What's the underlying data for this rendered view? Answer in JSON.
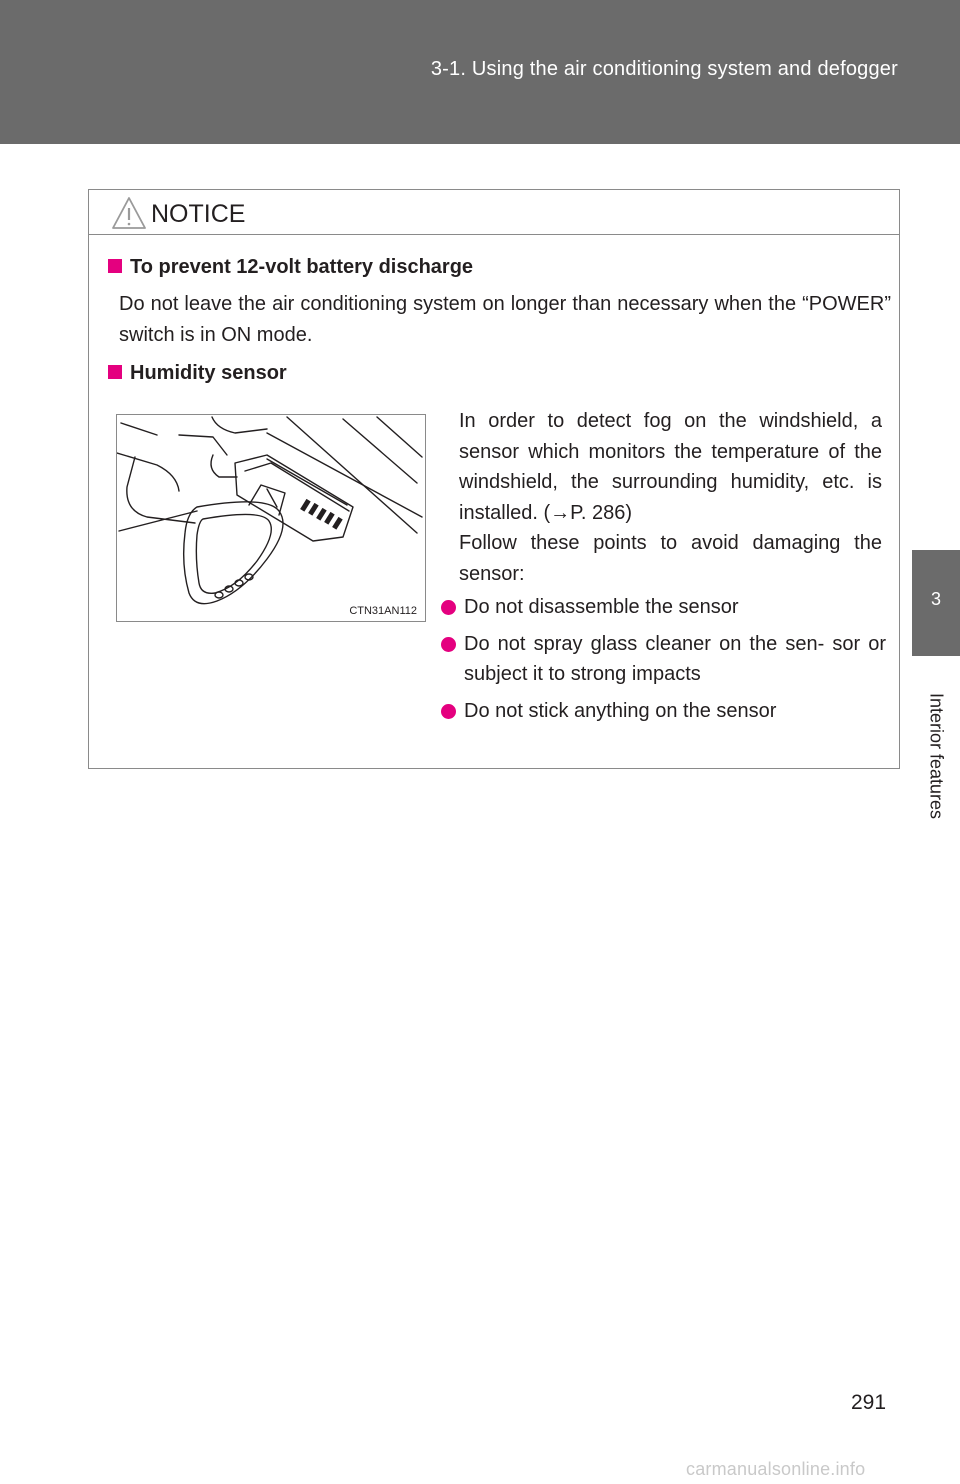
{
  "header": {
    "title": "3-1. Using the air conditioning system and defogger"
  },
  "side_tab": {
    "number": "3",
    "label": "Interior features"
  },
  "notice": {
    "title": "NOTICE",
    "sections": [
      {
        "heading": "To prevent 12-volt battery discharge",
        "text": "Do not leave the air conditioning system on longer than necessary when the “POWER” switch is in ON mode."
      },
      {
        "heading": "Humidity sensor",
        "figure_code": "CTN31AN112",
        "lines": [
          "In order to detect fog on the windshield, a sensor which monitors the temperature of the windshield, the surrounding humidity, etc. is installed. (→P. 286)",
          "Follow these points to avoid damaging the sensor:"
        ],
        "bullets": [
          "Do not disassemble the sensor",
          "Do not spray glass cleaner on the sen- sor or subject it to strong impacts",
          "Do not stick anything on the sensor"
        ]
      }
    ]
  },
  "page_number": "291",
  "footer_url": "carmanualsonline.info",
  "colors": {
    "header": "#6b6b6b",
    "accent": "#e4007f",
    "border": "#8a8a8a"
  }
}
